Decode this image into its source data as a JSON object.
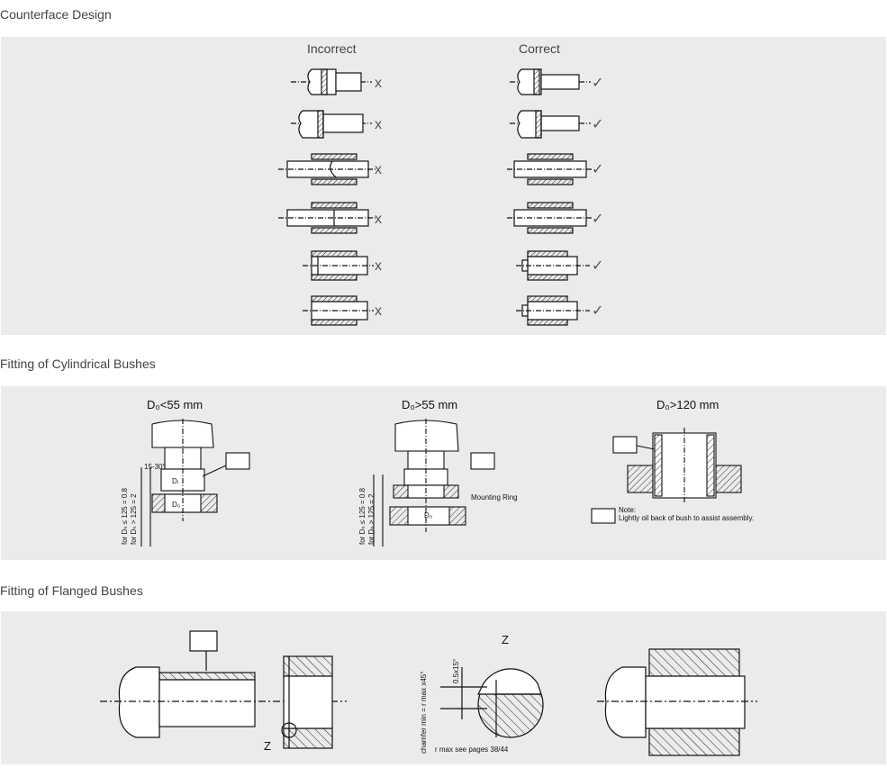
{
  "sections": [
    {
      "title": "Counterface Design"
    },
    {
      "title": "Fitting of Cylindrical Bushes"
    },
    {
      "title": "Fitting of Flanged Bushes"
    }
  ],
  "counterface": {
    "incorrect_label": "Incorrect",
    "correct_label": "Correct",
    "wrong_mark": "x",
    "right_mark": "✓"
  },
  "cylindrical": {
    "case1_title": "D₀<55 mm",
    "case2_title": "D₀>55 mm",
    "case3_title": "D₀>120 mm",
    "angle": "15-30°",
    "d_inner": "Dᵢ",
    "d_outer": "D₀",
    "ratio_note_1": "for Dₕ ≤ 125 = 0.8",
    "ratio_note_2": "for Dₕ > 125 = 2",
    "mounting_ring": "Mounting Ring",
    "note_title": "Note:",
    "note_text": "Lightly oil back of bush to assist assembly."
  },
  "flanged": {
    "z_label_left": "Z",
    "z_label_detail": "Z",
    "chamfer_dim": "0.5x15°",
    "chamfer_note": "chamfer min = r max x45°",
    "radius_note": "r max see pages 38/44"
  }
}
